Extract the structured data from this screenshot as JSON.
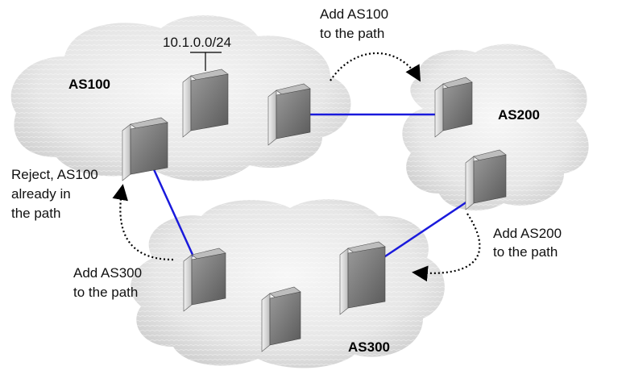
{
  "as_labels": {
    "as100": "AS100",
    "as200": "AS200",
    "as300": "AS300"
  },
  "prefix": "10.1.0.0/24",
  "annotations": {
    "add_as100": [
      "Add AS100",
      "to the path"
    ],
    "add_as200": [
      "Add AS200",
      "to the path"
    ],
    "add_as300": [
      "Add AS300",
      "to the path"
    ],
    "reject": [
      "Reject, AS100",
      "already in",
      "the path"
    ]
  },
  "colors": {
    "link": "#1a1adc",
    "cloud_light": "#f4f4f4",
    "cloud_dark": "#d8d8d8",
    "router_face": "#7a7a7a",
    "router_side": "#dcdcdc",
    "arrow": "#000000"
  },
  "icons": {
    "router": "router-icon",
    "cloud": "cloud-shape",
    "arrow": "dotted-curved-arrow"
  }
}
